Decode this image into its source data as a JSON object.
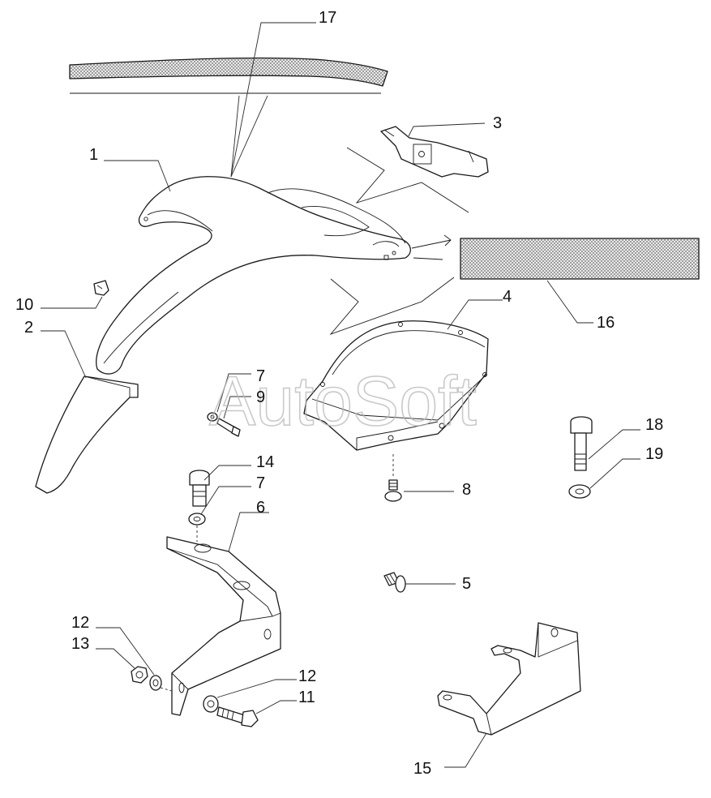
{
  "diagram": {
    "watermark": "AutoSoft",
    "callouts": {
      "c1": "1",
      "c2": "2",
      "c3": "3",
      "c4": "4",
      "c5": "5",
      "c6": "6",
      "c7a": "7",
      "c7b": "7",
      "c8": "8",
      "c9": "9",
      "c10": "10",
      "c11": "11",
      "c12a": "12",
      "c12b": "12",
      "c13": "13",
      "c14": "14",
      "c15": "15",
      "c16": "16",
      "c17": "17",
      "c18": "18",
      "c19": "19"
    }
  },
  "colors": {
    "line": "#1a1a1a",
    "watermark": "#b8b8b8",
    "hatch": "#999999"
  }
}
